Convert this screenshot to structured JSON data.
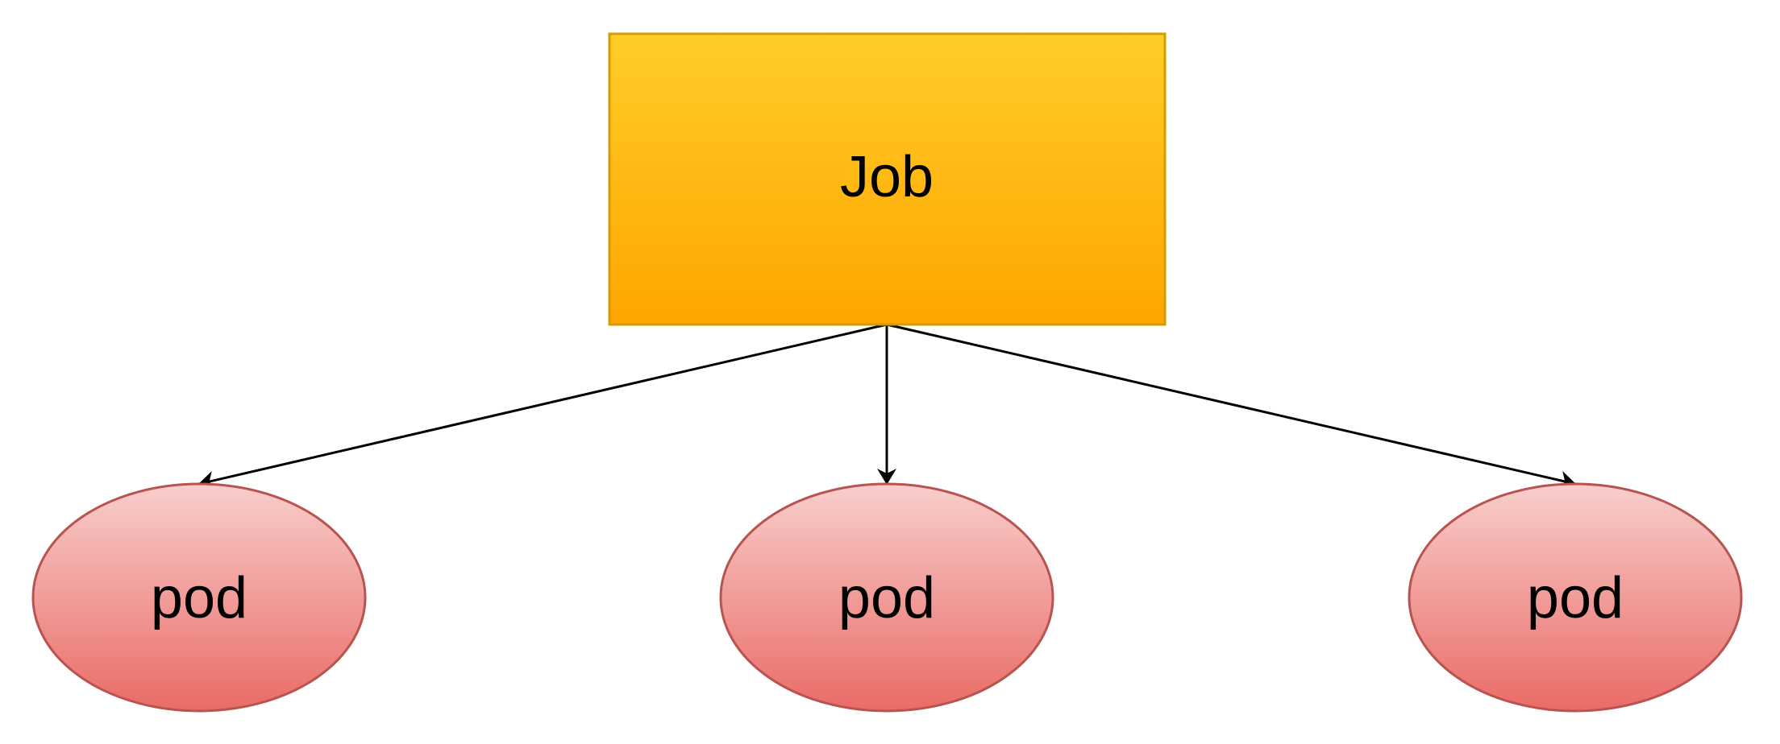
{
  "diagram": {
    "job": {
      "label": "Job",
      "fill_top": "#ffcd28",
      "fill_bottom": "#ffa500",
      "stroke": "#d79b00"
    },
    "pods": [
      {
        "label": "pod"
      },
      {
        "label": "pod"
      },
      {
        "label": "pod"
      }
    ],
    "pod_style": {
      "fill_top": "#f8cecc",
      "fill_bottom": "#ea6b66",
      "stroke": "#b85450"
    },
    "edges": [
      {
        "from": "job",
        "to": "pod-1"
      },
      {
        "from": "job",
        "to": "pod-2"
      },
      {
        "from": "job",
        "to": "pod-3"
      }
    ]
  }
}
